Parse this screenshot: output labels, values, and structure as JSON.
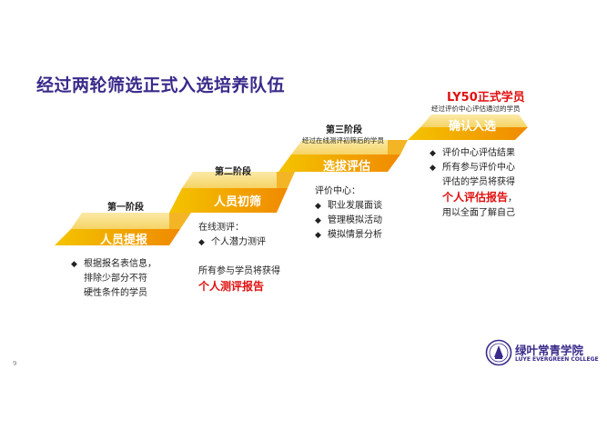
{
  "title": "经过两轮筛选正式入选培养队伍",
  "page_number": "9",
  "stages": [
    {
      "phase_label": "第一阶段",
      "name": "人员提报",
      "description": [
        {
          "bullet": true,
          "text": "根据报名表信息，"
        },
        {
          "bullet": false,
          "text": "排除少部分不符"
        },
        {
          "bullet": false,
          "text": "硬性条件的学员"
        }
      ]
    },
    {
      "phase_label": "第二阶段",
      "name": "人员初筛",
      "description": [
        {
          "bullet": false,
          "text": "在线测评："
        },
        {
          "bullet": true,
          "text": "个人潜力测评"
        },
        {
          "bullet": false,
          "text": ""
        },
        {
          "bullet": false,
          "text": "所有参与学员将获得"
        }
      ],
      "highlight": "个人测评报告"
    },
    {
      "phase_label": "第三阶段",
      "phase_sublabel": "经过在线测评初筛后的学员",
      "name": "选拔评估",
      "description": [
        {
          "bullet": false,
          "text": "评价中心："
        },
        {
          "bullet": true,
          "text": "职业发展面谈"
        },
        {
          "bullet": true,
          "text": "管理模拟活动"
        },
        {
          "bullet": true,
          "text": "模拟情景分析"
        }
      ]
    },
    {
      "phase_label": "LY50正式学员",
      "phase_sublabel": "经过评价中心评估通过的学员",
      "name": "确认入选",
      "description": [
        {
          "bullet": true,
          "text": "评价中心评估结果"
        },
        {
          "bullet": true,
          "text": "所有参与评价中心"
        },
        {
          "bullet": false,
          "text": "评估的学员将获得"
        }
      ],
      "highlight": "个人评估报告",
      "highlight_suffix": "，",
      "tail": "用以全面了解自己"
    }
  ],
  "logo": {
    "name_cn": "绿叶常青学院",
    "name_en": "LUYE EVERGREEN COLLEGE"
  },
  "colors": {
    "title": "#3a2a8a",
    "stage_fill": "#f0a500",
    "stage_top": "#f7d35a",
    "highlight": "#e01010"
  }
}
